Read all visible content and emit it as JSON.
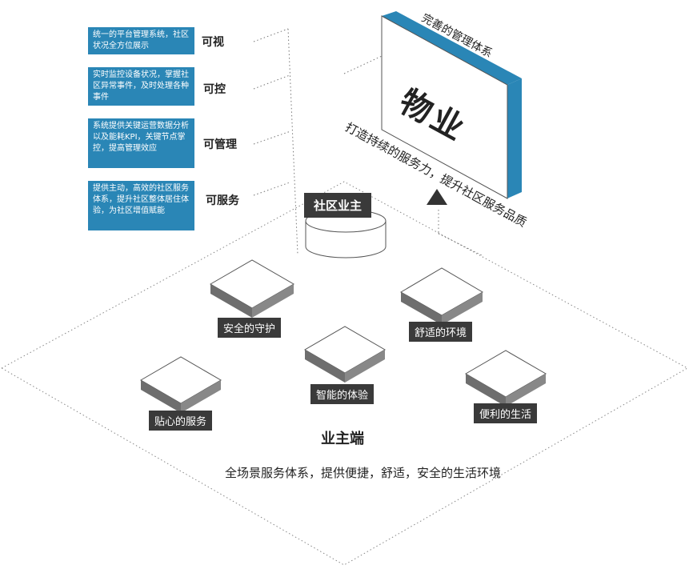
{
  "side_items": [
    {
      "text": "统一的平台管理系统，社区状况全方位展示",
      "label": "可视"
    },
    {
      "text": "实时监控设备状况，掌握社区异常事件，及时处理各种事件",
      "label": "可控"
    },
    {
      "text": "系统提供关键运营数据分析以及能耗KPI，关键节点掌控，提高管理效应",
      "label": "可管理"
    },
    {
      "text": "提供主动，高效的社区服务体系，提升社区整体居住体验，为社区增值赋能",
      "label": "可服务"
    }
  ],
  "property": {
    "title": "物业",
    "top_caption": "完善的管理体系",
    "bottom_caption": "打造持续的服务力，提升社区服务品质"
  },
  "owner_tag": "社区业主",
  "features": [
    {
      "label": "安全的守护"
    },
    {
      "label": "舒适的环境"
    },
    {
      "label": "智能的体验"
    },
    {
      "label": "贴心的服务"
    },
    {
      "label": "便利的生活"
    }
  ],
  "bottom": {
    "title": "业主端",
    "subtitle": "全场景服务体系，提供便捷，舒适，安全的生活环境"
  },
  "colors": {
    "accent_blue": "#2a86b6",
    "tag_dark": "#3a3a3a",
    "cube_side": "#777777"
  }
}
